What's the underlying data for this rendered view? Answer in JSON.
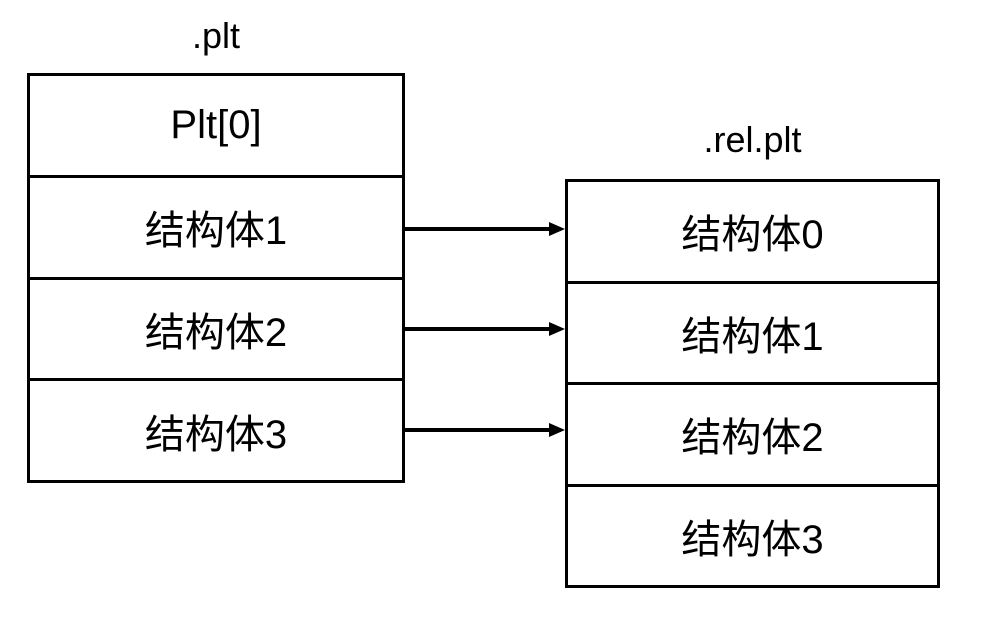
{
  "diagram": {
    "background_color": "#ffffff",
    "line_color": "#000000",
    "left_table": {
      "title": ".plt",
      "rows": [
        "Plt[0]",
        "结构体1",
        "结构体2",
        "结构体3"
      ]
    },
    "right_table": {
      "title": ".rel.plt",
      "rows": [
        "结构体0",
        "结构体1",
        "结构体2",
        "结构体3"
      ]
    },
    "arrows": [
      {
        "from": "结构体1",
        "to": "结构体0"
      },
      {
        "from": "结构体2",
        "to": "结构体1"
      },
      {
        "from": "结构体3",
        "to": "结构体2"
      }
    ]
  }
}
